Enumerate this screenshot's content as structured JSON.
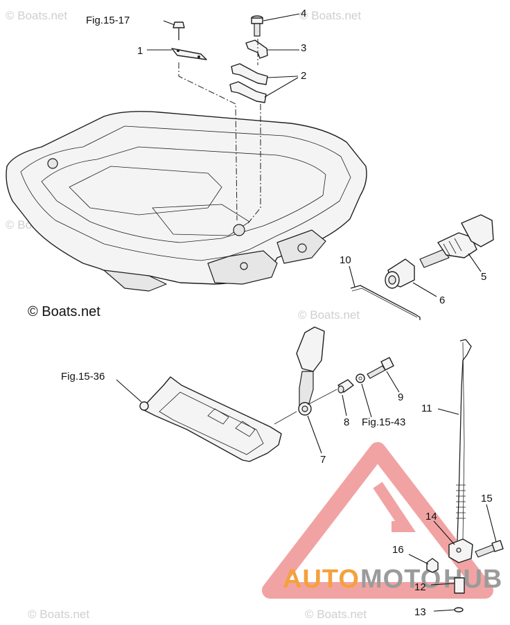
{
  "colors": {
    "line": "#1e1e1e",
    "watermark_gray": "#cfcfcf",
    "logo_red": "#e8423a",
    "logo_pink": "#f1a3a3",
    "brand_orange": "#f4a13c",
    "brand_gray": "#9b9b9b"
  },
  "references": {
    "fig_15_17": "Fig.15-17",
    "fig_15_36": "Fig.15-36",
    "fig_15_43": "Fig.15-43"
  },
  "callouts": [
    "1",
    "2",
    "3",
    "4",
    "5",
    "6",
    "7",
    "8",
    "9",
    "10",
    "11",
    "12",
    "13",
    "14",
    "15",
    "16"
  ],
  "watermarks": {
    "boats_net": "© Boats.net",
    "copyright_main": "© Boats.net"
  },
  "brand_logo": {
    "icon": "triangle-logo-icon",
    "part1": "AUTO",
    "part2": "MOTO",
    "part3": "HUB"
  }
}
